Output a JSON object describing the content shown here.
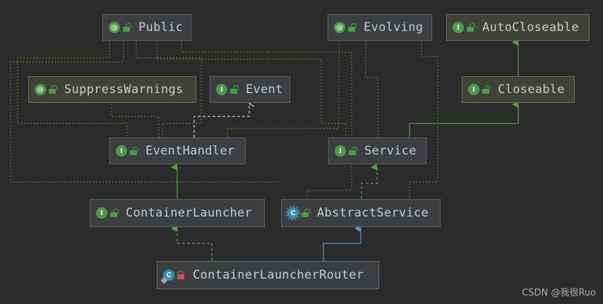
{
  "nodes": {
    "public": {
      "label": "Public",
      "kind": "@",
      "kind_icon": "annotation-icon",
      "visibility": "public"
    },
    "evolving": {
      "label": "Evolving",
      "kind": "@",
      "kind_icon": "annotation-icon",
      "visibility": "public"
    },
    "autocloseable": {
      "label": "AutoCloseable",
      "kind": "I",
      "kind_icon": "interface-icon",
      "visibility": "public"
    },
    "suppresswarnings": {
      "label": "SuppressWarnings",
      "kind": "@",
      "kind_icon": "annotation-icon",
      "visibility": "public"
    },
    "event": {
      "label": "Event",
      "kind": "I",
      "kind_icon": "interface-icon",
      "visibility": "public"
    },
    "closeable": {
      "label": "Closeable",
      "kind": "I",
      "kind_icon": "interface-icon",
      "visibility": "public"
    },
    "eventhandler": {
      "label": "EventHandler",
      "kind": "I",
      "kind_icon": "interface-icon",
      "visibility": "public"
    },
    "service": {
      "label": "Service",
      "kind": "I",
      "kind_icon": "interface-icon",
      "visibility": "public"
    },
    "containerlauncher": {
      "label": "ContainerLauncher",
      "kind": "I",
      "kind_icon": "interface-icon",
      "visibility": "public"
    },
    "abstractservice": {
      "label": "AbstractService",
      "kind": "C",
      "kind_icon": "abstract-class-icon",
      "visibility": "public"
    },
    "containerlauncherrouter": {
      "label": "ContainerLauncherRouter",
      "kind": "C",
      "kind_icon": "class-icon",
      "visibility": "private"
    }
  },
  "colors": {
    "background": "#2b2b2b",
    "extends_interface": "#5a9a4a",
    "implements": "#6a9a56",
    "generic_dependency": "#c8c8c8",
    "extends_class": "#5b8fd6",
    "annotation_link": "#7d8a3a"
  },
  "watermark": "CSDN @我很Ruo"
}
